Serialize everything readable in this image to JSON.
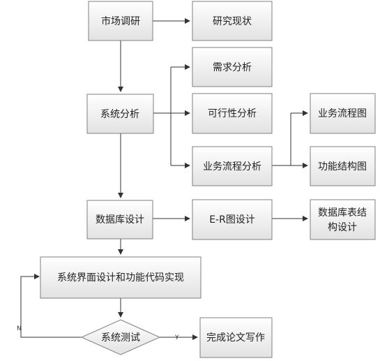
{
  "nodes": {
    "market_research": "市场调研",
    "research_status": "研究现状",
    "requirements_analysis": "需求分析",
    "system_analysis": "系统分析",
    "feasibility_analysis": "可行性分析",
    "business_process_analysis": "业务流程分析",
    "business_flowchart": "业务流程图",
    "function_structure": "功能结构图",
    "database_design": "数据库设计",
    "er_design": "E-R图设计",
    "db_table_line1": "数据库表结",
    "db_table_line2": "构设计",
    "ui_and_code": "系统界面设计和功能代码实现",
    "system_test": "系统测试",
    "thesis_writing": "完成论文写作"
  },
  "edge_labels": {
    "yes": "Y",
    "no": "N"
  }
}
